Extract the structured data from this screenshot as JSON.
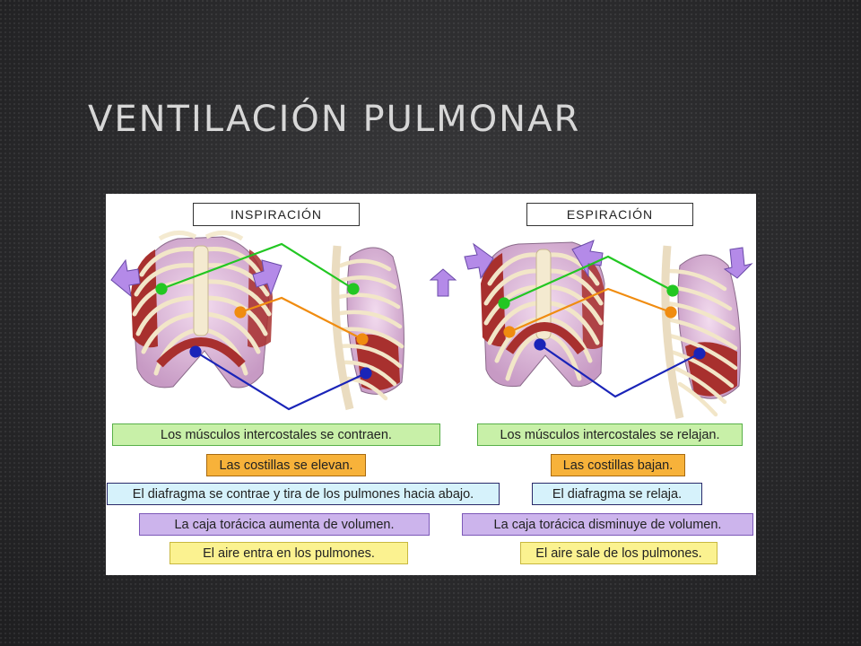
{
  "slide": {
    "title": "VENTILACIÓN PULMONAR"
  },
  "inspiration": {
    "header": "INSPIRACIÓN",
    "captions": [
      "Los músculos intercostales se contraen.",
      "Las costillas se elevan.",
      "El diafragma se contrae y tira de los pulmones hacia abajo.",
      "La caja torácica aumenta de volumen.",
      "El aire entra en los pulmones."
    ]
  },
  "expiration": {
    "header": "ESPIRACIÓN",
    "captions": [
      "Los músculos intercostales se relajan.",
      "Las costillas bajan.",
      "El diafragma se relaja.",
      "La caja torácica disminuye de volumen.",
      "El aire sale de los pulmones."
    ]
  },
  "colors": {
    "arrow_green": "#22c722",
    "arrow_orange": "#f08c10",
    "arrow_blue": "#1a24b8",
    "arrow_purple": "#b48ae8",
    "muscle_red": "#a8302e",
    "lung_pink": "#e8c6e2",
    "bone": "#f2e6c8"
  }
}
